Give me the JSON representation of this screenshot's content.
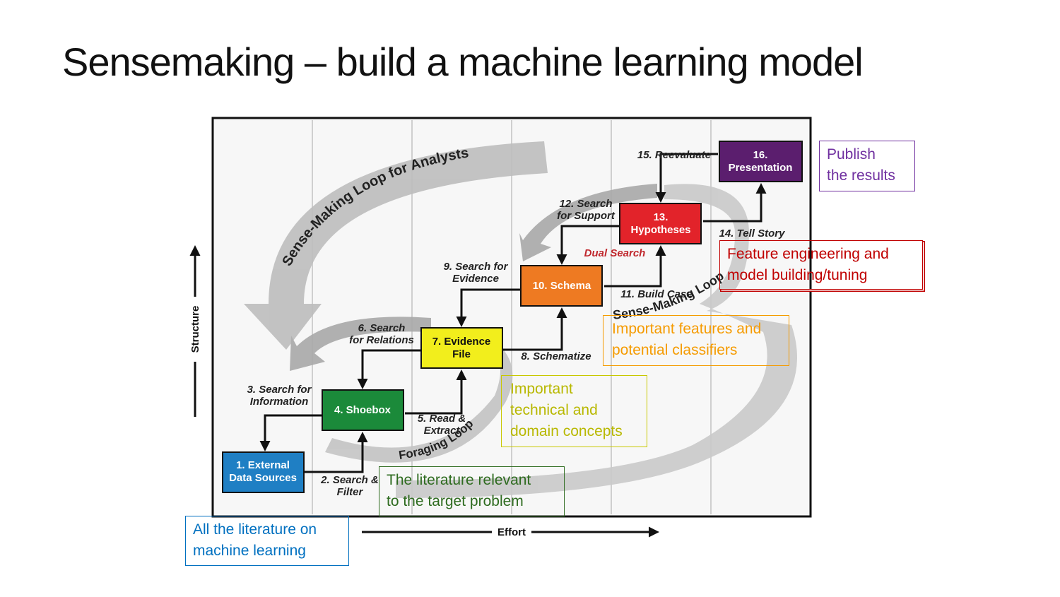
{
  "slide": {
    "title": "Sensemaking – build a machine learning model"
  },
  "diagram": {
    "loop_titles": {
      "sensemaking_analysts": "Sense-Making Loop for Analysts",
      "foraging": "Foraging Loop",
      "sensemaking": "Sense-Making Loop"
    },
    "axes": {
      "vertical": "Structure",
      "horizontal": "Effort"
    },
    "boxes": {
      "external": [
        "1. External",
        "Data Sources"
      ],
      "shoebox": [
        "4. Shoebox"
      ],
      "evidence": [
        "7. Evidence",
        "File"
      ],
      "schema": [
        "10. Schema"
      ],
      "hypotheses": [
        "13.",
        "Hypotheses"
      ],
      "presentation": [
        "16.",
        "Presentation"
      ]
    },
    "steps": {
      "s2": [
        "2. Search &",
        "Filter"
      ],
      "s3": [
        "3. Search for",
        "Information"
      ],
      "s5": [
        "5. Read &",
        "Extract"
      ],
      "s6": [
        "6. Search",
        "for Relations"
      ],
      "s8": [
        "8. Schematize"
      ],
      "s9": [
        "9. Search for",
        "Evidence"
      ],
      "s11": [
        "11. Build Case"
      ],
      "s12": [
        "12. Search",
        "for Support"
      ],
      "s14": [
        "14. Tell Story"
      ],
      "s15": [
        "15. Reevaluate"
      ],
      "dual": [
        "Dual Search"
      ]
    },
    "colors": {
      "external": "#1f7fc4",
      "shoebox": "#1b8a3a",
      "evidence": "#f2ee1c",
      "schema": "#ee7a22",
      "hypotheses": "#e2232a",
      "presentation": "#5b1e6e",
      "dual": "#c0282d"
    }
  },
  "callouts": {
    "publish": [
      "Publish",
      "the results"
    ],
    "feature": [
      "Feature engineering and",
      "model building/tuning"
    ],
    "important_features": [
      "Important features and",
      "potential classifiers"
    ],
    "concepts": [
      "Important",
      "technical and",
      "domain concepts"
    ],
    "relevant": [
      "The literature relevant",
      "to the target problem"
    ],
    "all_lit": [
      "All the literature on",
      "machine learning"
    ]
  }
}
